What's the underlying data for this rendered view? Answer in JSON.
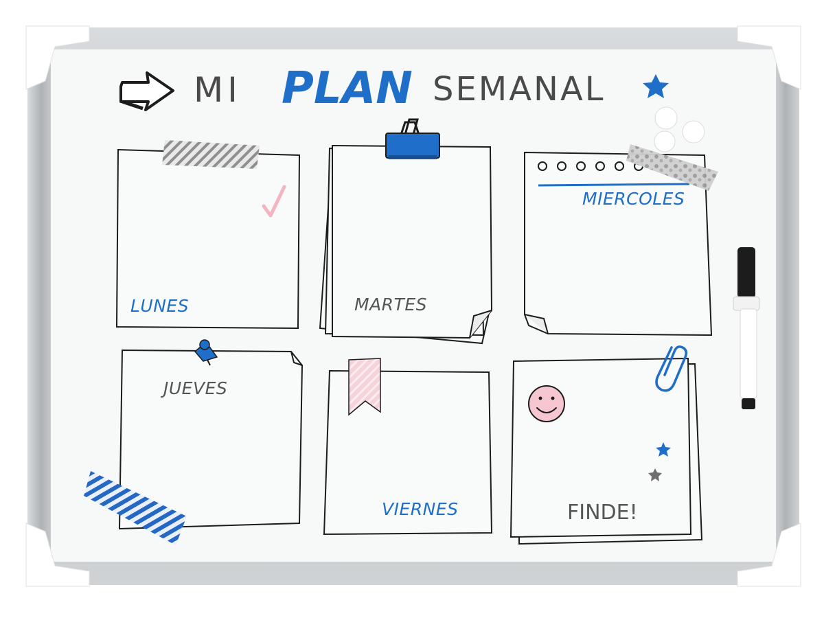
{
  "colors": {
    "blue": "#1f6fc9",
    "gray": "#4a4a4a",
    "ink": "#1c1c1c",
    "pink": "#f3c6cf",
    "frame": "#b9bdc0",
    "board": "#f7f8f8"
  },
  "title": {
    "part1": "MI",
    "part2": "PLAN",
    "part3": "SEMANAL"
  },
  "days": {
    "lunes": "LUNES",
    "martes": "MARTES",
    "miercoles": "MIERCOLES",
    "jueves": "JUEVES",
    "viernes": "VIERNES",
    "finde": "FINDE!"
  },
  "icons": {
    "arrow": "right-arrow-icon",
    "star": "star-icon",
    "check": "check-icon",
    "smiley": "smiley-icon",
    "paperclip": "paperclip-icon",
    "pushpin": "pushpin-icon",
    "binder_clip": "binder-clip-icon",
    "marker": "whiteboard-marker-icon",
    "magnets": "magnet-icon"
  }
}
